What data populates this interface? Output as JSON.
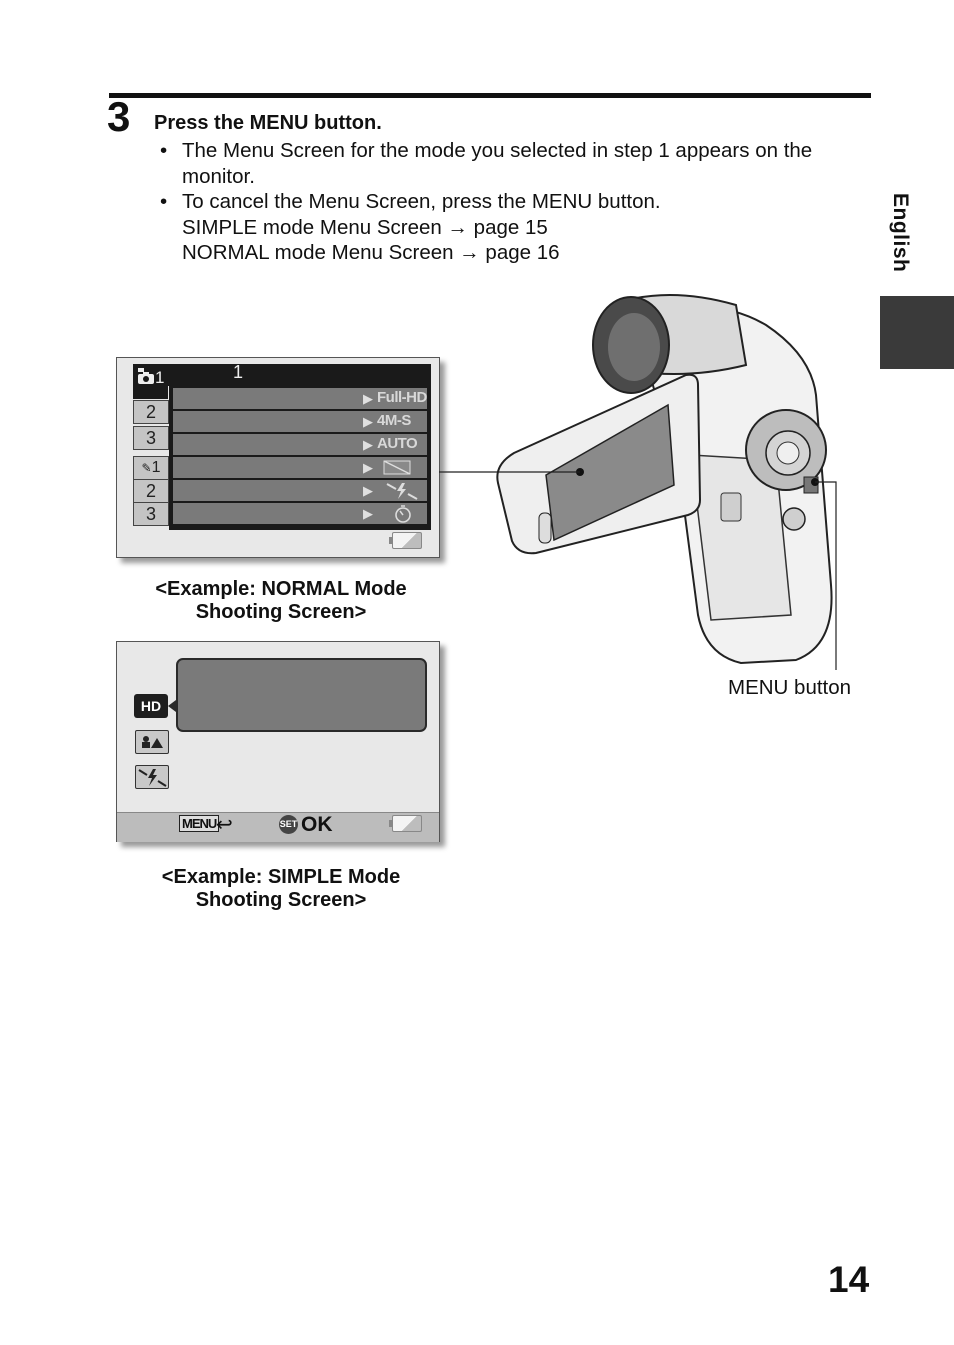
{
  "step": {
    "number": "3",
    "title": "Press the MENU button.",
    "bullets": [
      {
        "marker": "•",
        "lines": [
          "The Menu Screen for the mode you selected in step 1 appears on the",
          "monitor."
        ]
      },
      {
        "marker": "•",
        "lines": [
          "To cancel the Menu Screen, press the MENU button.",
          "SIMPLE mode Menu Screen → page 15",
          "NORMAL mode Menu Screen → page 16"
        ]
      }
    ]
  },
  "side_tab": {
    "label": "English"
  },
  "normal_screen": {
    "header_number": "1",
    "camera_tab_number": "1",
    "tabs": [
      "2",
      "3",
      "1",
      "2",
      "3"
    ],
    "rows": [
      {
        "value": "Full-HD",
        "icon": "full-hd-icon"
      },
      {
        "value": "4M-S",
        "icon": "resolution-icon"
      },
      {
        "value": "AUTO",
        "icon": "auto-icon"
      },
      {
        "value": "",
        "icon": "filter-icon"
      },
      {
        "value": "",
        "icon": "flash-off-icon"
      },
      {
        "value": "",
        "icon": "self-timer-icon"
      }
    ],
    "caption_line1": "<Example: NORMAL Mode",
    "caption_line2": "Shooting Screen>"
  },
  "simple_screen": {
    "hd_label": "HD",
    "menu_label": "MENU",
    "set_label": "SET",
    "ok_label": "OK",
    "caption_line1": "<Example: SIMPLE Mode",
    "caption_line2": "Shooting Screen>"
  },
  "camera": {
    "menu_button_label": "MENU button"
  },
  "page_number": "14"
}
